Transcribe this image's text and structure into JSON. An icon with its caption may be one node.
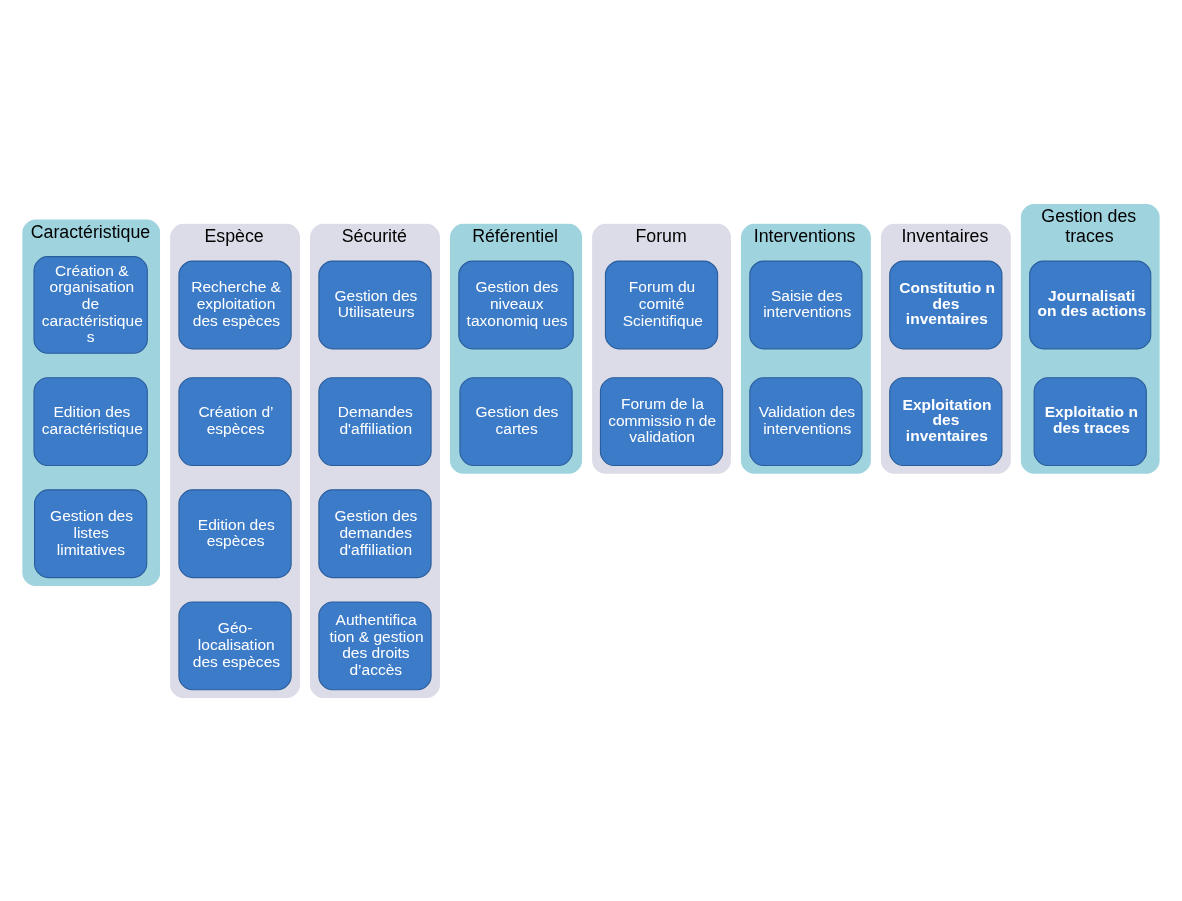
{
  "diagram": {
    "nodes": [
      {
        "text": [
          "Caractéristique"
        ]
      },
      {
        "text": [
          "Création & organisation de caractéristique s"
        ],
        "in": 0
      },
      {
        "text": [
          "Edition des caractéristique"
        ],
        "in": 0
      },
      {
        "text": [
          "Gestion des listes limitatives"
        ],
        "in": 0
      },
      {
        "text": [
          "Espèce"
        ]
      },
      {
        "text": [
          "Recherche & exploitation des espèces"
        ],
        "in": 4
      },
      {
        "text": [
          "Création d’ espèces"
        ],
        "in": 4
      },
      {
        "text": [
          "Edition des espèces"
        ],
        "in": 4
      },
      {
        "text": [
          "Géo- localisation des espèces"
        ],
        "in": 4
      },
      {
        "text": [
          "Sécurité"
        ]
      },
      {
        "text": [
          "Gestion des Utilisateurs"
        ],
        "in": 9
      },
      {
        "text": [
          "Demandes d'affiliation"
        ],
        "in": 9
      },
      {
        "text": [
          "Gestion des demandes d'affiliation"
        ],
        "in": 9
      },
      {
        "text": [
          "Authentifica tion & gestion des droits d’accès"
        ],
        "in": 9
      },
      {
        "text": [
          "Référentiel"
        ]
      },
      {
        "text": [
          "Gestion des niveaux taxonomiq ues"
        ],
        "in": 14
      },
      {
        "text": [
          "Gestion des cartes"
        ],
        "in": 14
      },
      {
        "text": [
          "Forum"
        ]
      },
      {
        "text": [
          "Forum du comité Scientifique"
        ],
        "in": 17
      },
      {
        "text": [
          "Forum de la commissio n de validation"
        ],
        "in": 17
      },
      {
        "text": [
          "Interventions"
        ]
      },
      {
        "text": [
          "Saisie des interventions"
        ],
        "in": 20
      },
      {
        "text": [
          "Validation des interventions"
        ],
        "in": 20
      },
      {
        "text": [
          "Inventaires"
        ]
      },
      {
        "text": [
          "Constitutio n des inventaires"
        ],
        "in": 23
      },
      {
        "text": [
          "Exploitation des inventaires"
        ],
        "in": 23
      },
      {
        "text": [
          "Gestion des traces"
        ]
      },
      {
        "text": [
          "Journalisati on des actions"
        ],
        "in": 26
      },
      {
        "text": [
          "Exploitatio n des traces"
        ],
        "in": 26
      }
    ]
  }
}
